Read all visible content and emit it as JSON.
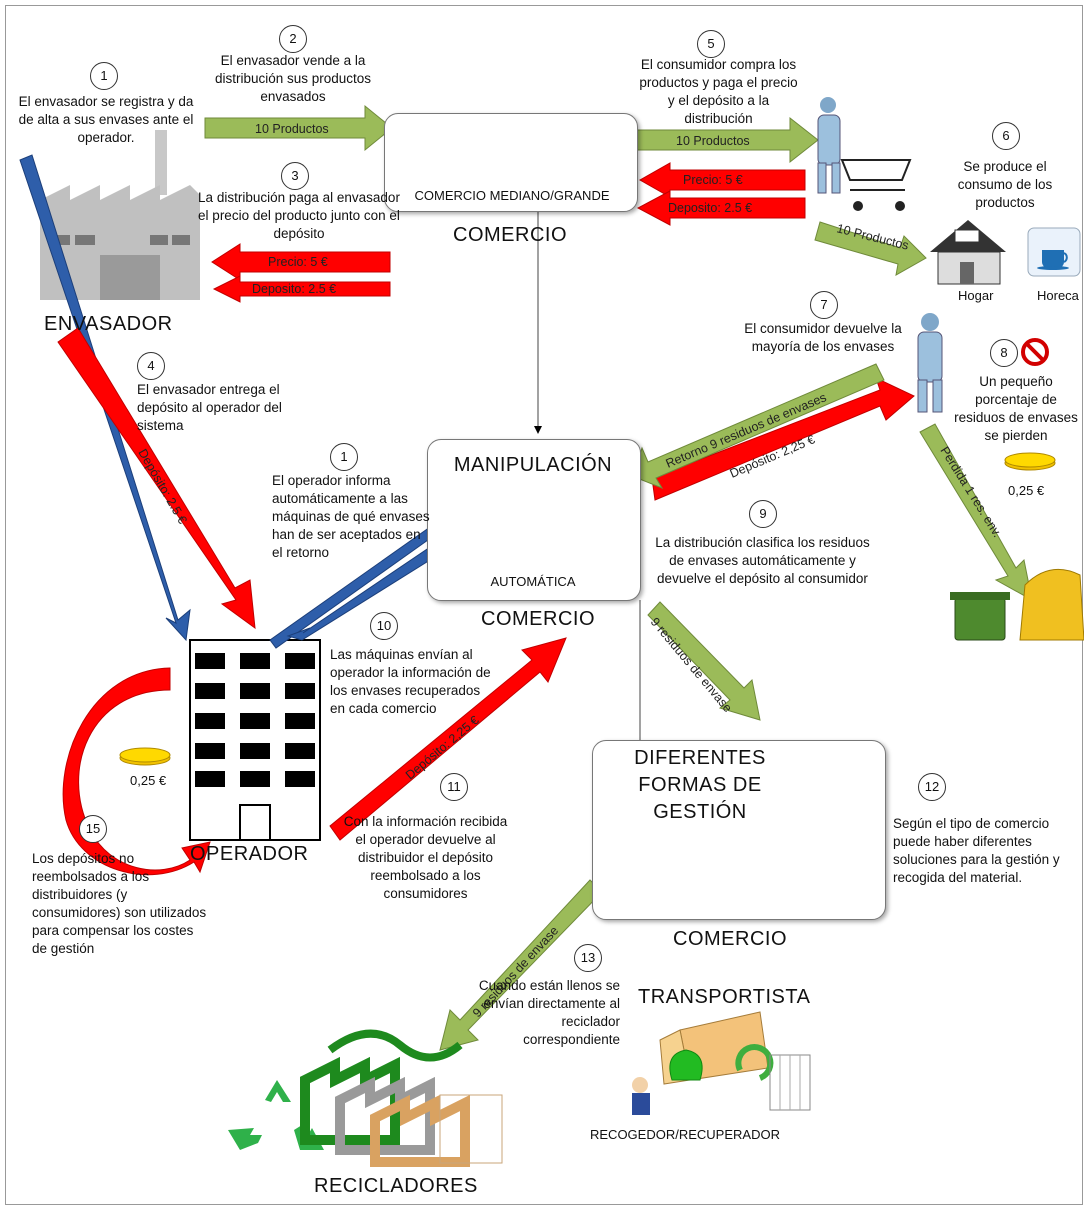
{
  "steps": {
    "s1": {
      "num": "1",
      "text": "El envasador se registra y da de alta a sus envases ante el operador."
    },
    "s2": {
      "num": "2",
      "text": "El envasador vende a la distribución sus productos envasados"
    },
    "s3": {
      "num": "3",
      "text": "La distribución paga al envasador el precio del producto junto con el depósito"
    },
    "s4": {
      "num": "4",
      "text": "El envasador entrega el depósito al operador del sistema"
    },
    "s5": {
      "num": "5",
      "text": "El consumidor compra los productos y paga el precio y el depósito a la distribución"
    },
    "s6": {
      "num": "6",
      "text": "Se produce el consumo de los productos"
    },
    "s7": {
      "num": "7",
      "text": "El consumidor devuelve la mayoría de los envases"
    },
    "s8": {
      "num": "8",
      "text": "Un pequeño porcentaje de residuos de envases se pierden"
    },
    "s9": {
      "num": "9",
      "text": "La distribución clasifica los residuos de envases automáticamente y devuelve el depósito al consumidor"
    },
    "s1b": {
      "num": "1",
      "text": "El operador informa automáticamente a las máquinas de qué envases han de ser aceptados en el retorno"
    },
    "s10": {
      "num": "10",
      "text": "Las máquinas envían al operador la información de los envases recuperados en cada comercio"
    },
    "s11": {
      "num": "11",
      "text": "Con la información recibida el operador devuelve al distribuidor el depósito reembolsado a los consumidores"
    },
    "s12": {
      "num": "12",
      "text": "Según el tipo de comercio puede haber diferentes soluciones para la gestión y recogida del material."
    },
    "s13": {
      "num": "13",
      "text": "Cuando están llenos se envían directamente al reciclador correspondiente"
    },
    "s15": {
      "num": "15",
      "text": "Los depósitos no reembolsados a los distribuidores (y consumidores) son utilizados para compensar los costes de gestión"
    }
  },
  "entities": {
    "envasador": "ENVASADOR",
    "store_label": "COMERCIO MEDIANO/GRANDE",
    "comercio_top": "COMERCIO",
    "manipulacion": "MANIPULACIÓN",
    "automatica": "AUTOMÁTICA",
    "comercio_mid": "COMERCIO",
    "operador": "OPERADOR",
    "diferentes": "DIFERENTES FORMAS DE GESTIÓN",
    "comercio_bot": "COMERCIO",
    "transportista": "TRANSPORTISTA",
    "recogedor": "RECOGEDOR/RECUPERADOR",
    "recicladores": "RECICLADORES",
    "hogar": "Hogar",
    "horeca": "Horeca"
  },
  "arrows": {
    "a_10prod_1": "10 Productos",
    "a_precio_1": "Precio: 5 €",
    "a_deposito_1": "Deposito: 2.5 €",
    "a_10prod_2": "10 Productos",
    "a_precio_2": "Precio: 5 €",
    "a_deposito_2": "Deposito: 2.5 €",
    "a_10prod_3": "10 Productos",
    "a_retorno": "Retorno 9 residuos de envases",
    "a_dep_225_consumer": "Depósito: 2,25 €",
    "a_perdida": "Perdida 1 res. env.",
    "a_dep_25_op": "Depósito: 2.5 €",
    "a_dep_225_op": "Depósito: 2,25 €",
    "a_9res_1": "9 residuos de envase",
    "a_9res_2": "9 residuos de envase"
  },
  "coins": {
    "coin_right": "0,25 €",
    "coin_left": "0,25 €"
  },
  "colors": {
    "red": "#ff0000",
    "green": "#9bbb59",
    "blue": "#2e5eaa"
  }
}
